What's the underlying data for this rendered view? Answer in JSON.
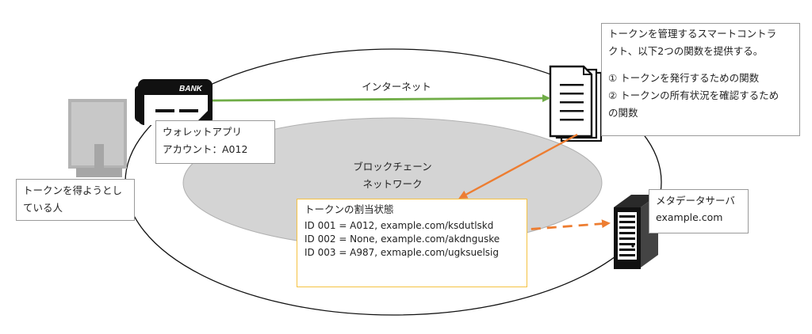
{
  "colors": {
    "internet_arrow": "#70ad47",
    "flow_arrow": "#ed7d31",
    "note_border": "#f5c242",
    "network_fill": "#d4d4d4"
  },
  "icons": {
    "monitor": "monitor-icon",
    "bank_card": "bank-card-icon",
    "documents": "document-stack-icon",
    "server": "server-rack-icon"
  },
  "bank_card": {
    "label": "BANK"
  },
  "internet": {
    "label": "インターネット"
  },
  "blockchain": {
    "line1": "ブロックチェーン",
    "line2": "ネットワーク"
  },
  "user_label": {
    "line1": "トークンを得ようとし",
    "line2": "ている人"
  },
  "wallet": {
    "line1": "ウォレットアプリ",
    "line2": "アカウント：A012"
  },
  "contract": {
    "line1": "トークンを管理するスマートコントラ",
    "line2": "クト、以下2つの関数を提供する。",
    "item1": "① トークンを発行するための関数",
    "item2": "② トークンの所有状況を確認するため",
    "item2_cont": "の関数"
  },
  "token_state": {
    "title": "トークンの割当状態",
    "rows": [
      "ID 001 = A012, example.com/ksdutlskd",
      "ID 002 = None, example.com/akdnguske",
      "ID 003 = A987, exmaple.com/ugksuelsig"
    ]
  },
  "metadata_server": {
    "line1": "メタデータサーバ",
    "line2": "example.com"
  }
}
